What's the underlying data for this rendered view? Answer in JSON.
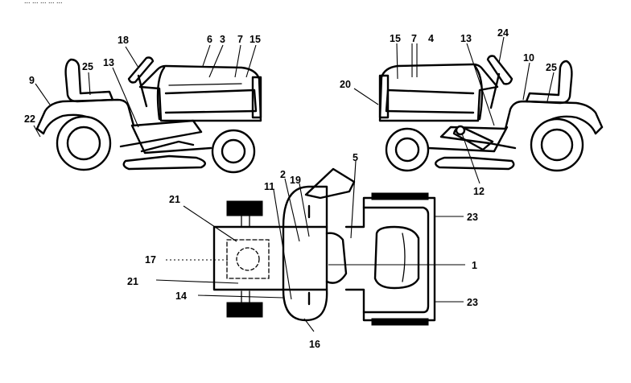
{
  "header_text": "... ... ... ... ...",
  "callouts": {
    "left_view": {
      "c18": "18",
      "c6": "6",
      "c3": "3",
      "c7": "7",
      "c15": "15",
      "c9": "9",
      "c25": "25",
      "c13": "13",
      "c22": "22"
    },
    "right_view": {
      "c15": "15",
      "c7": "7",
      "c4": "4",
      "c13": "13",
      "c24": "24",
      "c20": "20",
      "c10": "10",
      "c25": "25",
      "c12": "12"
    },
    "top_view": {
      "c5": "5",
      "c2": "2",
      "c19": "19",
      "c11": "11",
      "c21a": "21",
      "c17": "17",
      "c21b": "21",
      "c14": "14",
      "c16": "16",
      "c23a": "23",
      "c23b": "23",
      "c1": "1"
    }
  }
}
